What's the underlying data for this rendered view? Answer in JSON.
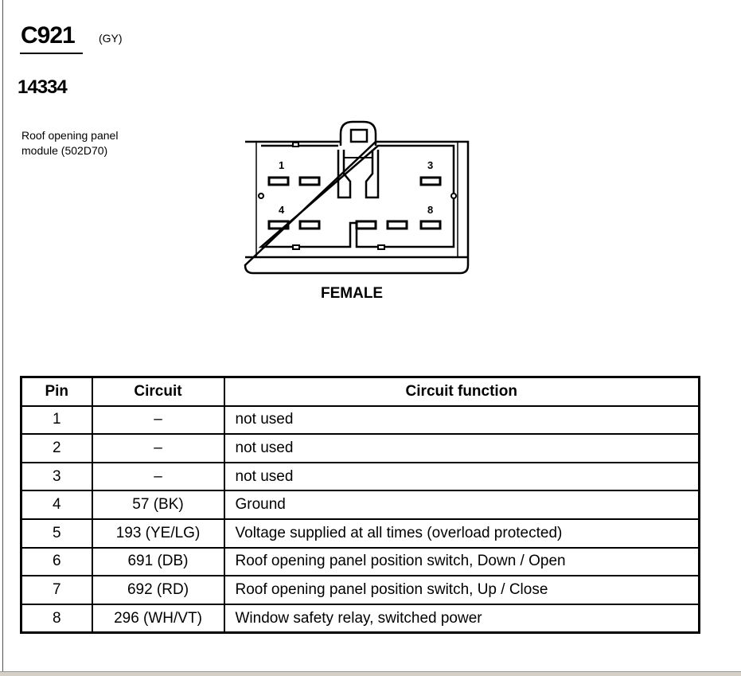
{
  "connector": {
    "id": "C921",
    "color": "(GY)",
    "part_number": "14334",
    "description_line1": "Roof opening panel",
    "description_line2": "module (502D70)",
    "gender": "FEMALE"
  },
  "diagram": {
    "pin_labels": [
      "1",
      "3",
      "4",
      "8"
    ]
  },
  "table": {
    "headers": [
      "Pin",
      "Circuit",
      "Circuit function"
    ],
    "rows": [
      {
        "pin": "1",
        "circuit": "–",
        "function": "not used"
      },
      {
        "pin": "2",
        "circuit": "–",
        "function": "not used"
      },
      {
        "pin": "3",
        "circuit": "–",
        "function": "not used"
      },
      {
        "pin": "4",
        "circuit": "57 (BK)",
        "function": "Ground"
      },
      {
        "pin": "5",
        "circuit": "193 (YE/LG)",
        "function": "Voltage supplied at all times (overload protected)"
      },
      {
        "pin": "6",
        "circuit": "691 (DB)",
        "function": "Roof opening panel position switch, Down / Open"
      },
      {
        "pin": "7",
        "circuit": "692 (RD)",
        "function": "Roof opening panel position switch, Up / Close"
      },
      {
        "pin": "8",
        "circuit": "296 (WH/VT)",
        "function": "Window safety relay, switched power"
      }
    ]
  }
}
